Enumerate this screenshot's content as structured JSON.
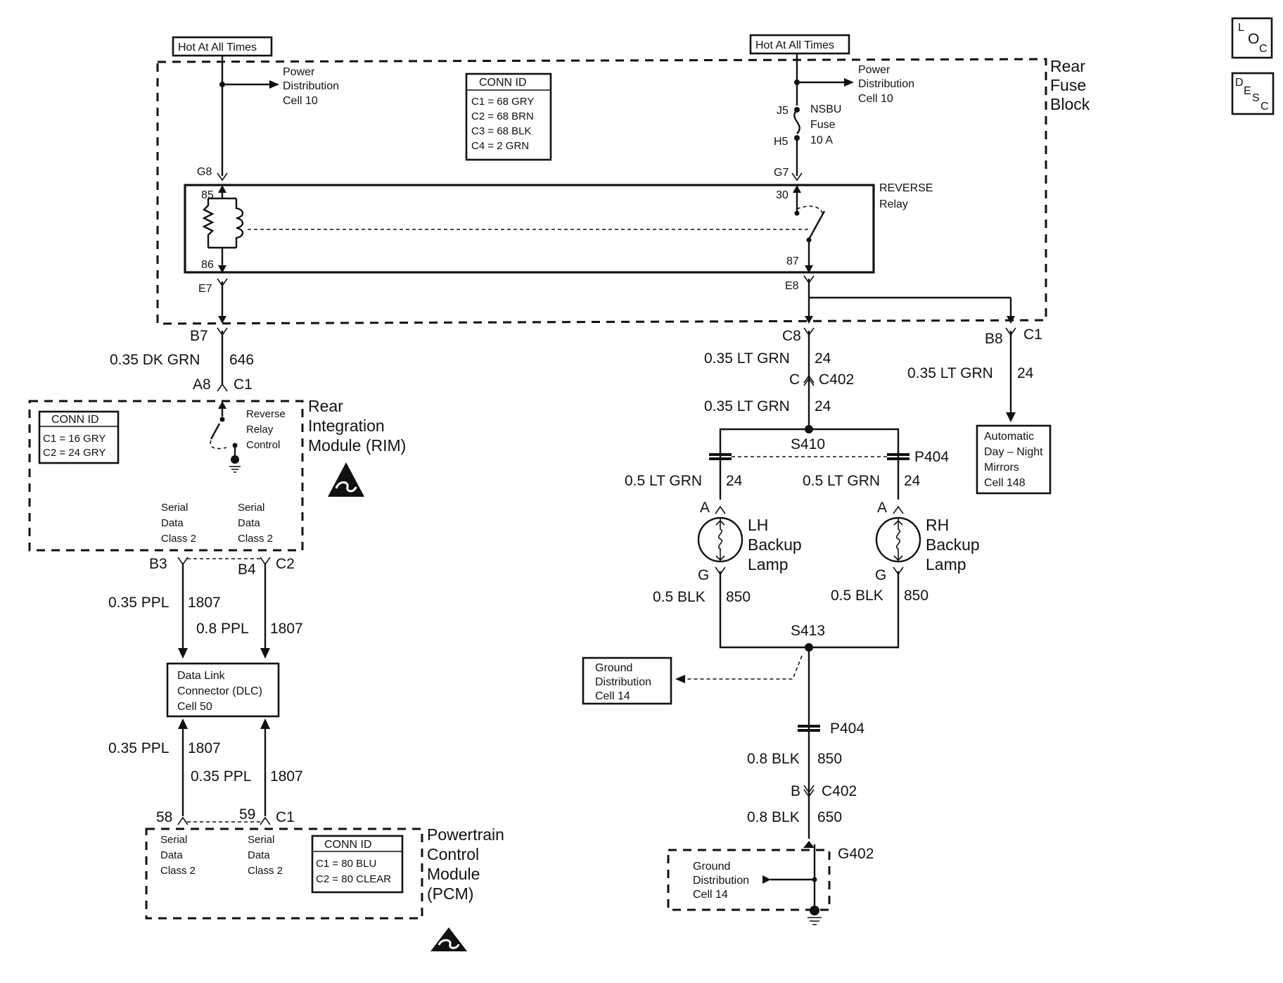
{
  "hot_labels": {
    "left": "Hot At All Times",
    "right": "Hot At All Times"
  },
  "power_dist": {
    "left": [
      "Power",
      "Distribution",
      "Cell 10"
    ],
    "right": [
      "Power",
      "Distribution",
      "Cell 10"
    ]
  },
  "rear_fuse_block": [
    "Rear",
    "Fuse",
    "Block"
  ],
  "conn_id_fuse": {
    "title": "CONN ID",
    "lines": [
      "C1 = 68 GRY",
      "C2 = 68 BRN",
      "C3 = 68 BLK",
      "C4 = 2 GRN"
    ]
  },
  "fuse": {
    "j5": "J5",
    "h5": "H5",
    "label": [
      "NSBU",
      "Fuse",
      "10 A"
    ]
  },
  "relay": {
    "label": [
      "REVERSE",
      "Relay"
    ],
    "p85": "85",
    "p86": "86",
    "p30": "30",
    "p87": "87"
  },
  "pins": {
    "g8": "G8",
    "g7": "G7",
    "e7": "E7",
    "e8": "E8",
    "b7": "B7",
    "a8": "A8",
    "c1_rim": "C1",
    "c8": "C8",
    "b8": "B8",
    "c1_fb": "C1",
    "c": "C",
    "c402": "C402",
    "b3": "B3",
    "b4": "B4",
    "c2_rim": "C2",
    "p58": "58",
    "p59": "59",
    "c1_pcm": "C1",
    "a_lh": "A",
    "a_rh": "A",
    "g_lh": "G",
    "g_rh": "G",
    "b": "B",
    "c402_b": "C402",
    "g402": "G402"
  },
  "wires": {
    "w646": {
      "gauge": "0.35 DK GRN",
      "circuit": "646"
    },
    "w24_a": {
      "gauge": "0.35 LT GRN",
      "circuit": "24"
    },
    "w24_b": {
      "gauge": "0.35 LT GRN",
      "circuit": "24"
    },
    "w24_c": {
      "gauge": "0.35 LT GRN",
      "circuit": "24"
    },
    "w24_lh": {
      "gauge": "0.5 LT GRN",
      "circuit": "24"
    },
    "w24_rh": {
      "gauge": "0.5 LT GRN",
      "circuit": "24"
    },
    "w1807_a": {
      "gauge": "0.35 PPL",
      "circuit": "1807"
    },
    "w1807_b": {
      "gauge": "0.8 PPL",
      "circuit": "1807"
    },
    "w1807_c": {
      "gauge": "0.35 PPL",
      "circuit": "1807"
    },
    "w1807_d": {
      "gauge": "0.35 PPL",
      "circuit": "1807"
    },
    "w850_lh": {
      "gauge": "0.5 BLK",
      "circuit": "850"
    },
    "w850_rh": {
      "gauge": "0.5 BLK",
      "circuit": "850"
    },
    "w850": {
      "gauge": "0.8 BLK",
      "circuit": "850"
    },
    "w650": {
      "gauge": "0.8 BLK",
      "circuit": "650"
    }
  },
  "rim": {
    "name": [
      "Rear",
      "Integration",
      "Module (RIM)"
    ],
    "conn_id": {
      "title": "CONN ID",
      "lines": [
        "C1 = 16 GRY",
        "C2 = 24 GRY"
      ]
    },
    "control": [
      "Reverse",
      "Relay",
      "Control"
    ],
    "serial_a": [
      "Serial",
      "Data",
      "Class 2"
    ],
    "serial_b": [
      "Serial",
      "Data",
      "Class 2"
    ]
  },
  "dlc": [
    "Data Link",
    "Connector (DLC)",
    "Cell 50"
  ],
  "pcm": {
    "name": [
      "Powertrain",
      "Control",
      "Module",
      "(PCM)"
    ],
    "conn_id": {
      "title": "CONN ID",
      "lines": [
        "C1 = 80 BLU",
        "C2 = 80 CLEAR"
      ]
    },
    "serial_a": [
      "Serial",
      "Data",
      "Class 2"
    ],
    "serial_b": [
      "Serial",
      "Data",
      "Class 2"
    ]
  },
  "splices": {
    "s410": "S410",
    "s413": "S413",
    "p404_top": "P404",
    "p404_bottom": "P404"
  },
  "lamps": {
    "lh": [
      "LH",
      "Backup",
      "Lamp"
    ],
    "rh": [
      "RH",
      "Backup",
      "Lamp"
    ]
  },
  "mirrors": [
    "Automatic",
    "Day – Night",
    "Mirrors",
    "Cell 148"
  ],
  "ground_dist_1": [
    "Ground",
    "Distribution",
    "Cell 14"
  ],
  "ground_dist_2": [
    "Ground",
    "Distribution",
    "Cell 14"
  ],
  "corner_icons": {
    "loc": "LOC",
    "desc": "DESC"
  }
}
